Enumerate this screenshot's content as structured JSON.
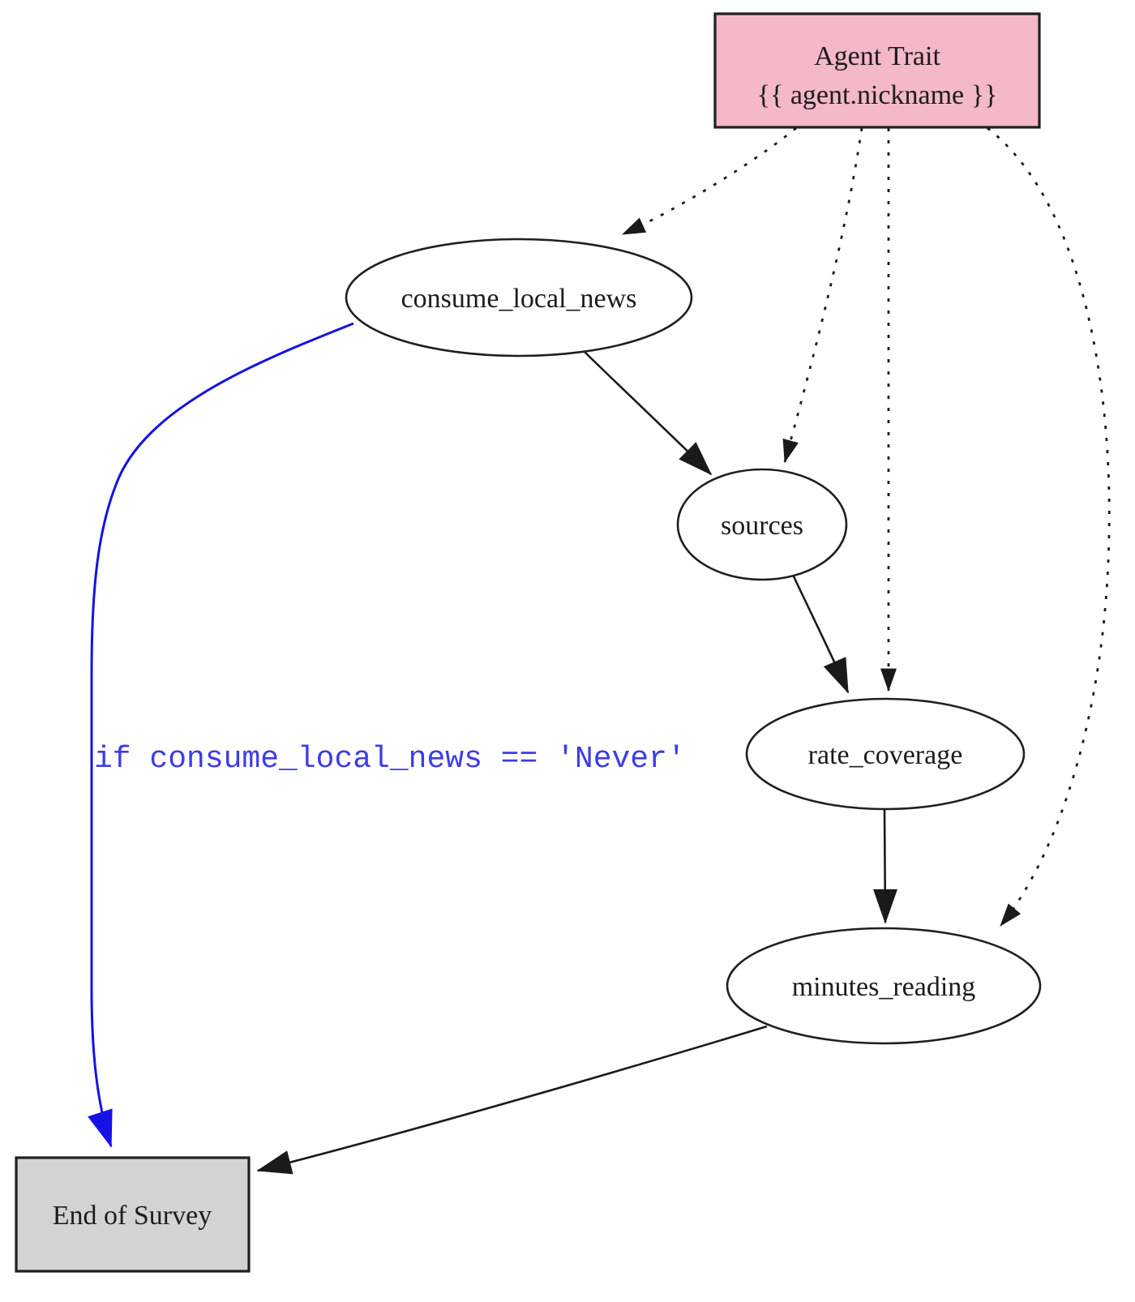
{
  "diagram": {
    "type": "survey-flow-graph",
    "colors": {
      "background": "#ffffff",
      "edge": "#1a1a1a",
      "node_border": "#1f1f1f",
      "node_text": "#1c1c1c",
      "agent_trait_fill": "#f4b8c6",
      "end_of_survey_fill": "#d3d3d3",
      "skip_edge_blue": "#1412e6",
      "skip_label_blue": "#3c3cea"
    },
    "nodes": [
      {
        "id": "agent_trait",
        "label": "Agent Trait",
        "sublabel": "{{ agent.nickname }}",
        "shape": "box",
        "fill": "#f4b8c6",
        "border": "#1f1f1f"
      },
      {
        "id": "consume_local_news",
        "label": "consume_local_news",
        "shape": "ellipse",
        "fill": "#ffffff",
        "border": "#1f1f1f"
      },
      {
        "id": "sources",
        "label": "sources",
        "shape": "ellipse",
        "fill": "#ffffff",
        "border": "#1f1f1f"
      },
      {
        "id": "rate_coverage",
        "label": "rate_coverage",
        "shape": "ellipse",
        "fill": "#ffffff",
        "border": "#1f1f1f"
      },
      {
        "id": "minutes_reading",
        "label": "minutes_reading",
        "shape": "ellipse",
        "fill": "#ffffff",
        "border": "#1f1f1f"
      },
      {
        "id": "end_of_survey",
        "label": "End of Survey",
        "shape": "box",
        "fill": "#d3d3d3",
        "border": "#1f1f1f"
      }
    ],
    "edges": [
      {
        "from": "agent_trait",
        "to": "consume_local_news",
        "style": "dotted",
        "color": "#1a1a1a"
      },
      {
        "from": "agent_trait",
        "to": "sources",
        "style": "dotted",
        "color": "#1a1a1a"
      },
      {
        "from": "agent_trait",
        "to": "rate_coverage",
        "style": "dotted",
        "color": "#1a1a1a"
      },
      {
        "from": "agent_trait",
        "to": "minutes_reading",
        "style": "dotted",
        "color": "#1a1a1a"
      },
      {
        "from": "consume_local_news",
        "to": "sources",
        "style": "solid",
        "color": "#1a1a1a"
      },
      {
        "from": "sources",
        "to": "rate_coverage",
        "style": "solid",
        "color": "#1a1a1a"
      },
      {
        "from": "rate_coverage",
        "to": "minutes_reading",
        "style": "solid",
        "color": "#1a1a1a"
      },
      {
        "from": "minutes_reading",
        "to": "end_of_survey",
        "style": "solid",
        "color": "#1a1a1a"
      },
      {
        "from": "consume_local_news",
        "to": "end_of_survey",
        "style": "solid",
        "color": "#1412e6",
        "label": "if consume_local_news == 'Never'",
        "label_color": "#3c3cea"
      }
    ]
  }
}
